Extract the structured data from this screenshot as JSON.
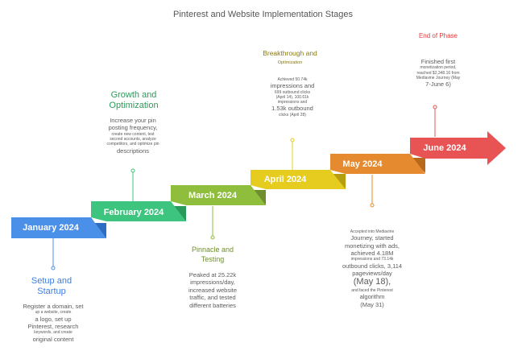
{
  "title": "Pinterest and Website Implementation Stages",
  "colors": {
    "jan": "#4a8fe8",
    "feb": "#3dc47e",
    "mar": "#8fbd3c",
    "apr": "#e5cc1f",
    "may": "#e58a2e",
    "jun": "#e85454",
    "hdr_jan": "#3d7de0",
    "hdr_feb": "#2a9a5a",
    "hdr_mar": "#6f8f2e",
    "hdr_apr": "#8a7a10",
    "hdr_may": "#c07a25",
    "hdr_jun": "#e03c3c"
  },
  "stages": [
    {
      "month": "January 2024",
      "heading_lines": [
        "Setup and",
        "Startup"
      ],
      "lines": [
        {
          "t": "Register a domain, set",
          "s": "m"
        },
        {
          "t": "up a website, create",
          "s": "s"
        },
        {
          "t": "a logo, set up",
          "s": "m"
        },
        {
          "t": "Pinterest, research",
          "s": "m"
        },
        {
          "t": "keywords, and create",
          "s": "s"
        },
        {
          "t": "original content",
          "s": "m"
        }
      ]
    },
    {
      "month": "February 2024",
      "heading_lines": [
        "Growth and",
        "Optimization"
      ],
      "lines": [
        {
          "t": "Increase your pin",
          "s": "m"
        },
        {
          "t": "posting frequency,",
          "s": "m"
        },
        {
          "t": "create new content, test",
          "s": "s"
        },
        {
          "t": "second accounts, analyze",
          "s": "s"
        },
        {
          "t": "competitors, and optimize pin",
          "s": "s"
        },
        {
          "t": "descriptions",
          "s": "m"
        }
      ]
    },
    {
      "month": "March 2024",
      "heading_lines": [
        "Pinnacle and",
        "Testing"
      ],
      "lines": [
        {
          "t": "Peaked at 25.22k",
          "s": "m"
        },
        {
          "t": "impressions/day,",
          "s": "m"
        },
        {
          "t": "increased website",
          "s": "m"
        },
        {
          "t": "traffic, and tested",
          "s": "m"
        },
        {
          "t": "different batteries",
          "s": "m"
        }
      ]
    },
    {
      "month": "April 2024",
      "heading_lines": [
        "Breakthrough and",
        "Optimization"
      ],
      "lines": [
        {
          "t": "Achieved 50.74k",
          "s": "s"
        },
        {
          "t": "impressions and",
          "s": "m"
        },
        {
          "t": "699 outbound clicks",
          "s": "s"
        },
        {
          "t": "(April 14), 100.61k",
          "s": "s"
        },
        {
          "t": "impressions and",
          "s": "s"
        },
        {
          "t": "1.53k outbound",
          "s": "m"
        },
        {
          "t": "clicks (April 28)",
          "s": "s"
        }
      ]
    },
    {
      "month": "May 2024",
      "heading_lines": [],
      "lines": [
        {
          "t": "Accepted into Mediavine",
          "s": "s"
        },
        {
          "t": "Journey, started",
          "s": "m"
        },
        {
          "t": "monetizing with ads,",
          "s": "m"
        },
        {
          "t": "achieved 4.18M",
          "s": "m"
        },
        {
          "t": "impressions and 73.14k",
          "s": "s"
        },
        {
          "t": "outbound clicks, 3,114",
          "s": "m"
        },
        {
          "t": "pageviews/day",
          "s": "m"
        },
        {
          "t": "(May 18),",
          "s": "l"
        },
        {
          "t": "and faced the Pinterest",
          "s": "s"
        },
        {
          "t": "algorithm",
          "s": "m"
        },
        {
          "t": "(May 31)",
          "s": "m"
        }
      ]
    },
    {
      "month": "June 2024",
      "heading_lines": [
        "End of Phase"
      ],
      "lines": [
        {
          "t": "Finished first",
          "s": "m"
        },
        {
          "t": "monetization period,",
          "s": "s"
        },
        {
          "t": "reached $2,348.16 from",
          "s": "s"
        },
        {
          "t": "Mediavine Journey (May",
          "s": "s"
        },
        {
          "t": "7-June 6)",
          "s": "m"
        }
      ]
    }
  ]
}
